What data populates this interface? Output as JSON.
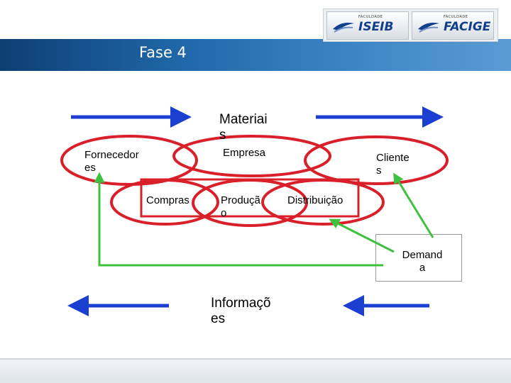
{
  "slide": {
    "title": "Fase 4"
  },
  "logos": [
    {
      "small": "FACULDADE",
      "name": "ISEIB"
    },
    {
      "small": "FACULDADE",
      "name": "FACIGE"
    }
  ],
  "diagram": {
    "materiais_label": "Materiai\ns",
    "informacoes_label": "Informaçõ\nes",
    "fornecedores_label": "Fornecedor\nes",
    "empresa_label": "Empresa",
    "clientes_label": "Cliente\ns",
    "compras_label": "Compras",
    "producao_label": "Produçã\no",
    "distribuicao_label": "Distribuição",
    "demanda_label": "Demand\na",
    "colors": {
      "flow_arrow": "#1a3fd1",
      "ellipse": "#d9202a",
      "info_link": "#3ec23e"
    }
  }
}
